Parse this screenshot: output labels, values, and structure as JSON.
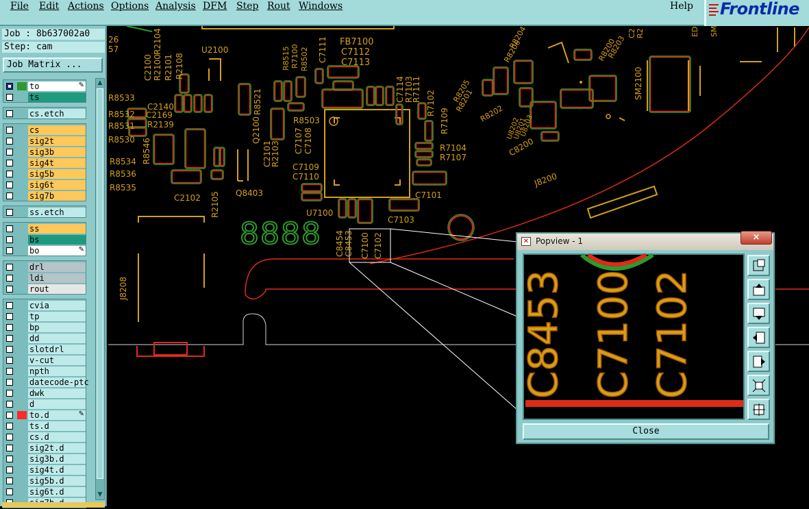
{
  "menu": {
    "file": "File",
    "edit": "Edit",
    "actions": "Actions",
    "options": "Options",
    "analysis": "Analysis",
    "dfm": "DFM",
    "step": "Step",
    "rout": "Rout",
    "windows": "Windows",
    "help": "Help"
  },
  "brand": {
    "name": "Frontline"
  },
  "job": {
    "job_label": "Job : 8b637002a0",
    "step_label": "Step: cam",
    "matrix_button": "Job Matrix ..."
  },
  "layers": [
    {
      "name": "to",
      "color": "#ffffff",
      "checked": true,
      "swatch": "#2e9a2e",
      "edit": true
    },
    {
      "name": "ts",
      "color": "#1f9a7f",
      "checked": false
    },
    {
      "name": "cs.etch",
      "color": "#bfeaea",
      "checked": false
    },
    {
      "name": "cs",
      "color": "#ffc85a",
      "checked": false
    },
    {
      "name": "sig2t",
      "color": "#ffc85a",
      "checked": false
    },
    {
      "name": "sig3b",
      "color": "#ffc85a",
      "checked": false
    },
    {
      "name": "sig4t",
      "color": "#ffc85a",
      "checked": false
    },
    {
      "name": "sig5b",
      "color": "#ffc85a",
      "checked": false
    },
    {
      "name": "sig6t",
      "color": "#ffc85a",
      "checked": false
    },
    {
      "name": "sig7b",
      "color": "#ffc85a",
      "checked": false
    },
    {
      "name": "ss.etch",
      "color": "#bfeaea",
      "checked": false
    },
    {
      "name": "ss",
      "color": "#ffc85a",
      "checked": false
    },
    {
      "name": "bs",
      "color": "#1f9a7f",
      "checked": false
    },
    {
      "name": "bo",
      "color": "#ffffff",
      "checked": false,
      "edit": true
    },
    {
      "name": "drl",
      "color": "#b4c4c8",
      "checked": false
    },
    {
      "name": "ldi",
      "color": "#b4c4c8",
      "checked": false
    },
    {
      "name": "rout",
      "color": "#e6e6e6",
      "checked": false
    },
    {
      "name": "cvia",
      "color": "#bfeaea",
      "checked": false
    },
    {
      "name": "tp",
      "color": "#bfeaea",
      "checked": false
    },
    {
      "name": "bp",
      "color": "#bfeaea",
      "checked": false
    },
    {
      "name": "dd",
      "color": "#bfeaea",
      "checked": false
    },
    {
      "name": "slotdrl",
      "color": "#bfeaea",
      "checked": false
    },
    {
      "name": "v-cut",
      "color": "#bfeaea",
      "checked": false
    },
    {
      "name": "npth",
      "color": "#bfeaea",
      "checked": false
    },
    {
      "name": "datecode-ptc",
      "color": "#bfeaea",
      "checked": false
    },
    {
      "name": "dwk",
      "color": "#bfeaea",
      "checked": false
    },
    {
      "name": "d",
      "color": "#bfeaea",
      "checked": false
    },
    {
      "name": "to.d",
      "color": "#bfeaea",
      "checked": false,
      "swatch": "#ff2a2a",
      "edit": true
    },
    {
      "name": "ts.d",
      "color": "#bfeaea",
      "checked": false
    },
    {
      "name": "cs.d",
      "color": "#bfeaea",
      "checked": false
    },
    {
      "name": "sig2t.d",
      "color": "#bfeaea",
      "checked": false
    },
    {
      "name": "sig3b.d",
      "color": "#bfeaea",
      "checked": false
    },
    {
      "name": "sig4t.d",
      "color": "#bfeaea",
      "checked": false
    },
    {
      "name": "sig5b.d",
      "color": "#bfeaea",
      "checked": false
    },
    {
      "name": "sig6t.d",
      "color": "#bfeaea",
      "checked": false
    },
    {
      "name": "sig7b.d",
      "color": "#bfeaea",
      "checked": false
    }
  ],
  "canvas": {
    "labels": [
      "26",
      "57",
      "R2104",
      "U2100",
      "R8515",
      "R7100",
      "R8502",
      "C7111",
      "FB7100",
      "C7112",
      "C7113",
      "R8206",
      "R8204",
      "R8200",
      "R8203",
      "C2",
      "R2",
      "ED",
      "SM",
      "C2100",
      "R2100",
      "R2101",
      "R2108",
      "R8533",
      "R8532",
      "R8531",
      "R8530",
      "C2140",
      "C2169",
      "R2139",
      "R8521",
      "Q2100",
      "R8503",
      "C7114",
      "R7103",
      "R7111",
      "R7102",
      "R8205",
      "R8201",
      "R8202",
      "U8202",
      "U8201",
      "U8203",
      "C8200",
      "SM2100",
      "R7109",
      "R7104",
      "R7107",
      "C7107",
      "C7108",
      "C2101",
      "R2103",
      "R8546",
      "R8534",
      "R8536",
      "R8535",
      "C2102",
      "Q8403",
      "R2105",
      "C7109",
      "C7110",
      "C7101",
      "U7100",
      "C7103",
      "J8200",
      "J8208",
      "C8454",
      "C8453",
      "C7100",
      "C7102"
    ],
    "fiducial_text": "8888"
  },
  "popview": {
    "title": "Popview - 1",
    "close_x": "×",
    "close_button": "Close",
    "zoom_labels": [
      "C8453",
      "C7100",
      "C7102"
    ],
    "tools": [
      "zoom-fit-icon",
      "pan-up-icon",
      "pan-down-icon",
      "pan-left-icon",
      "pan-right-icon",
      "zoom-out-icon",
      "zoom-in-icon"
    ]
  },
  "colors": {
    "panel": "#8fcaca",
    "silk": "#d4a017",
    "outline": "#e02a1a",
    "pad": "#2e9a2e"
  }
}
